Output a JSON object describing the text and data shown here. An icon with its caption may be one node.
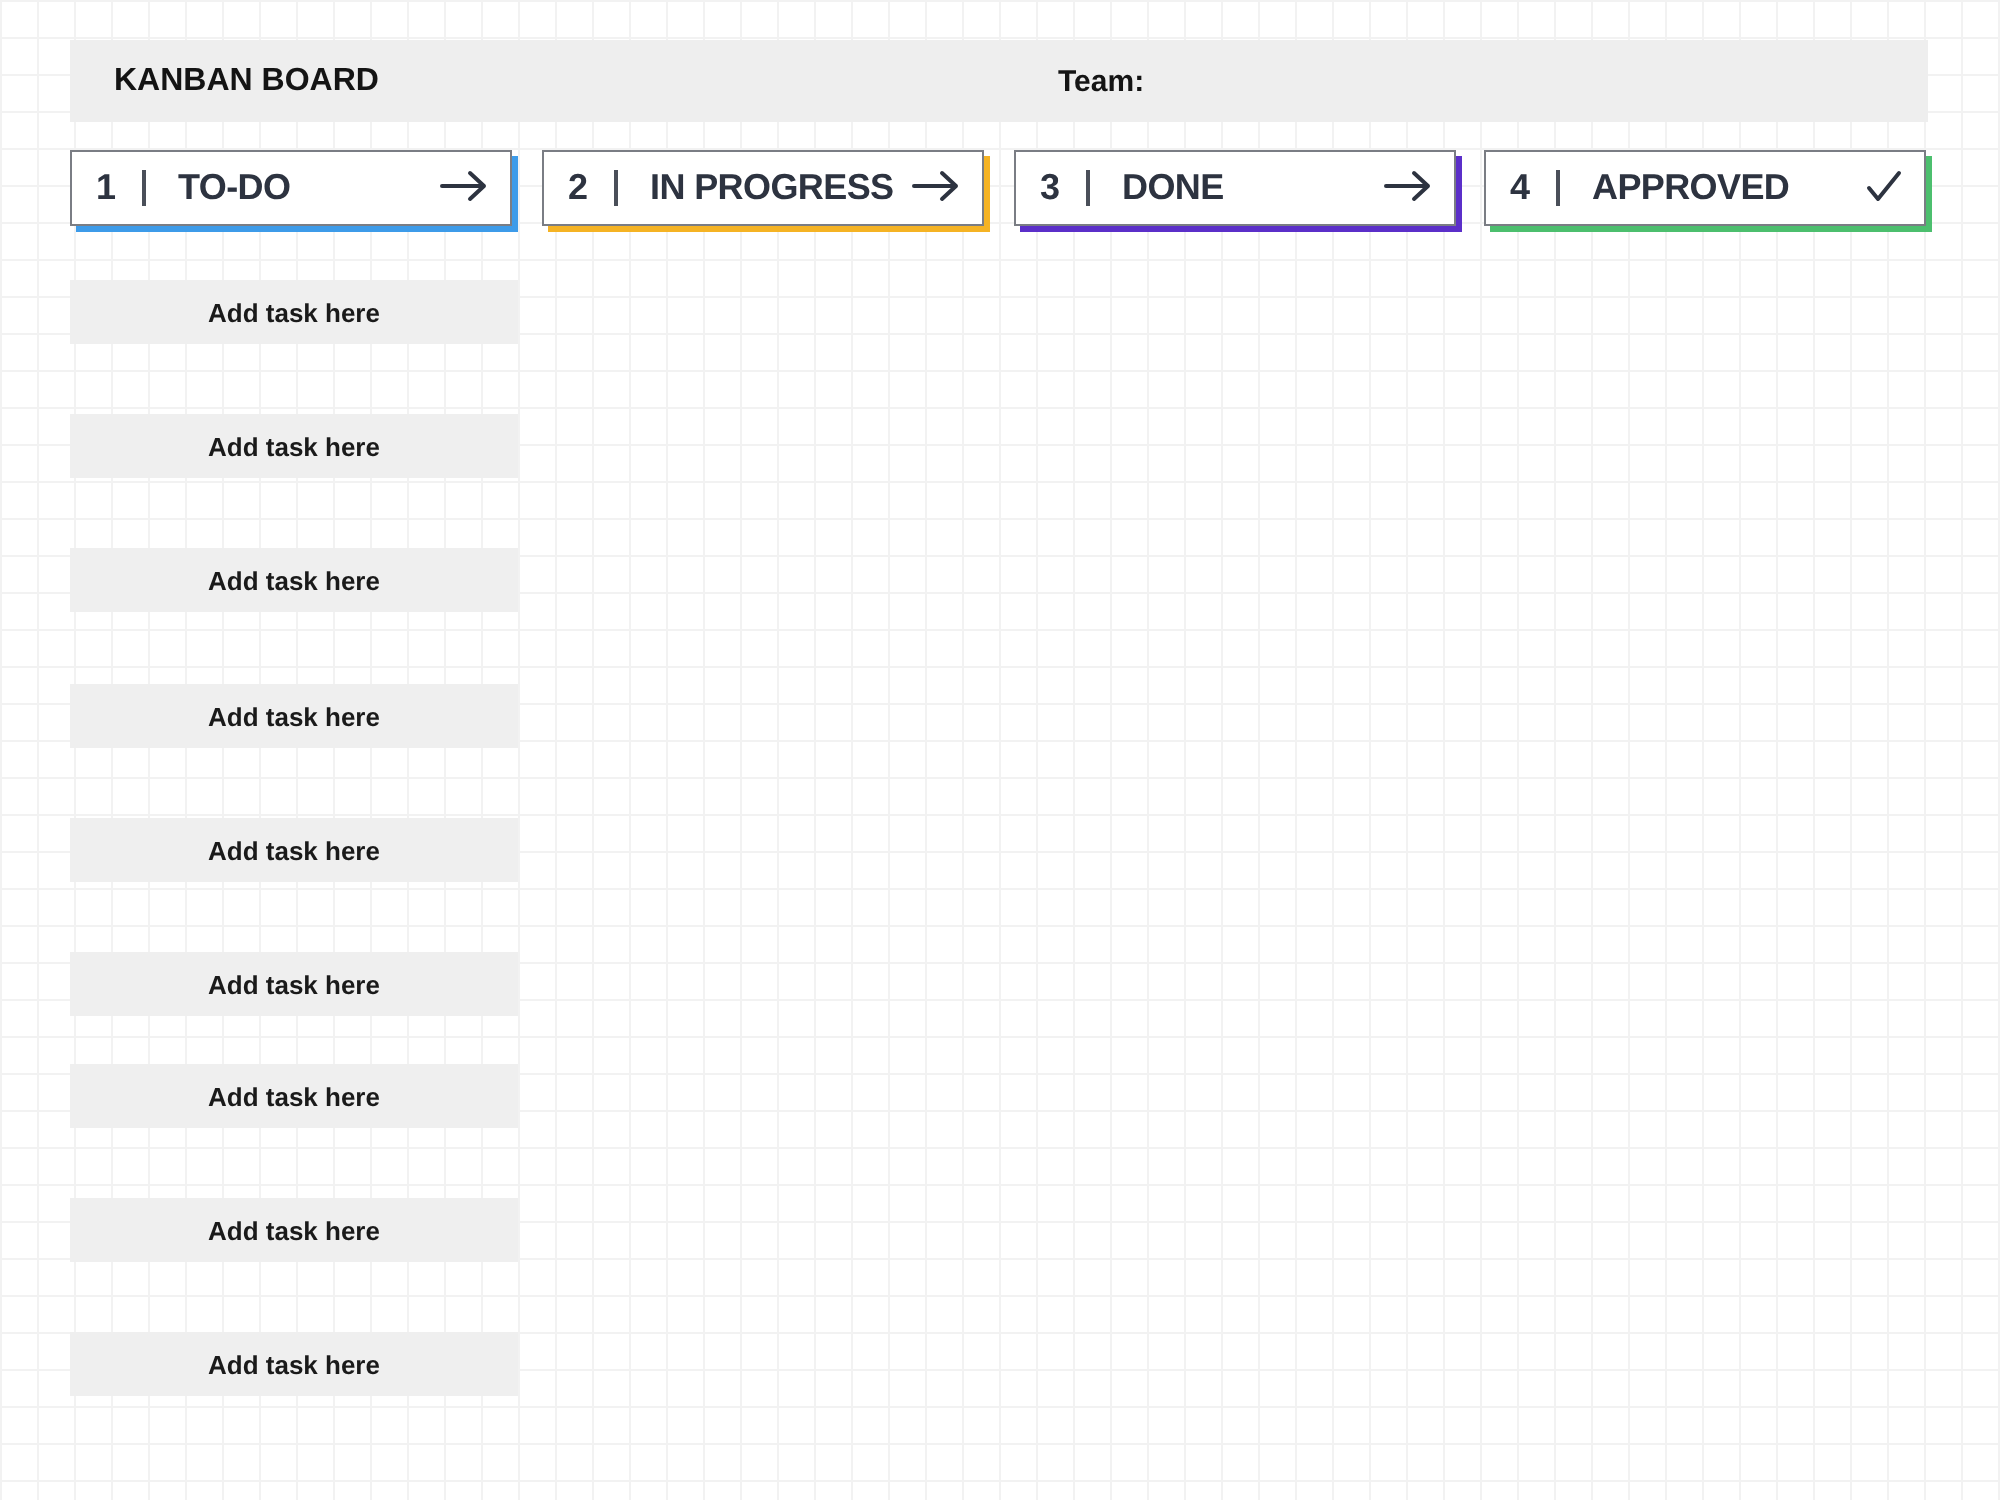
{
  "diagram": {
    "nodes": [
      {
        "text": [
          "KANBAN BOARD",
          "Team:"
        ]
      },
      {
        "text": [
          "1",
          "TO-DO"
        ]
      },
      {
        "text": [
          "2",
          "IN PROGRESS"
        ]
      },
      {
        "text": [
          "3",
          "DONE"
        ]
      },
      {
        "text": [
          "4",
          "APPROVED"
        ]
      },
      {
        "text": [
          "Add task here"
        ]
      },
      {
        "text": [
          "Add task here"
        ]
      },
      {
        "text": [
          "Add task here"
        ]
      },
      {
        "text": [
          "Add task here"
        ]
      },
      {
        "text": [
          "Add task here"
        ]
      },
      {
        "text": [
          "Add task here"
        ]
      },
      {
        "text": [
          "Add task here"
        ]
      },
      {
        "text": [
          "Add task here"
        ]
      },
      {
        "text": [
          "Add task here"
        ]
      }
    ]
  }
}
